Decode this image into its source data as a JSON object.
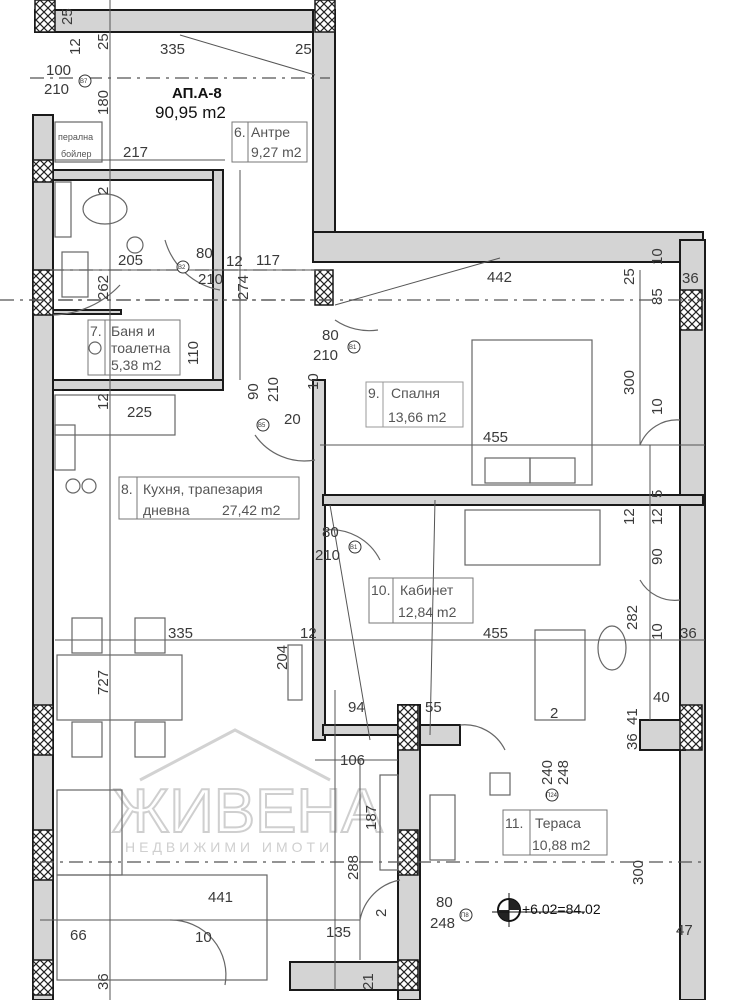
{
  "apartment": {
    "name": "АП.А-8",
    "area": "90,95 m2"
  },
  "rooms": [
    {
      "num": "6.",
      "name": "Антре",
      "area": "9,27 m2"
    },
    {
      "num": "7.",
      "name": "Баня и",
      "name2": "тоалетна",
      "area": "5,38 m2"
    },
    {
      "num": "8.",
      "name": "Кухня, трапезария",
      "name2": "дневна",
      "area": "27,42 m2"
    },
    {
      "num": "9.",
      "name": "Спалня",
      "area": "13,66 m2"
    },
    {
      "num": "10.",
      "name": "Кабинет",
      "area": "12,84 m2"
    },
    {
      "num": "11.",
      "name": "Тераса",
      "area": "10,88 m2"
    }
  ],
  "appliance": {
    "line1": "перална",
    "line2": "бойлер"
  },
  "doors": [
    {
      "tag": "В7",
      "w": "100",
      "h": "210"
    },
    {
      "tag": "В2",
      "w": "80",
      "h": "210"
    },
    {
      "tag": "В1",
      "w": "80",
      "h": "210"
    },
    {
      "tag": "В5",
      "w": "90",
      "h": "210"
    },
    {
      "tag": "В1",
      "w": "80",
      "h": "210"
    },
    {
      "tag": "П24",
      "w": "240",
      "h": "248"
    },
    {
      "tag": "П8",
      "w": "80",
      "h": "248"
    }
  ],
  "dims": [
    "25",
    "12",
    "25",
    "335",
    "25",
    "180",
    "217",
    "2",
    "205",
    "12",
    "117",
    "262",
    "274",
    "110",
    "442",
    "25",
    "10",
    "36",
    "85",
    "300",
    "10",
    "455",
    "5",
    "12",
    "12",
    "90",
    "12",
    "225",
    "20",
    "10",
    "727",
    "335",
    "204",
    "12",
    "455",
    "282",
    "10",
    "36",
    "94",
    "55",
    "2",
    "40",
    "41",
    "36",
    "106",
    "187",
    "288",
    "441",
    "66",
    "10",
    "135",
    "2",
    "21",
    "300",
    "47",
    "36"
  ],
  "level_mark": "+6.02=84.02",
  "watermark": {
    "brand": "ЖИВЕНА",
    "sub": "НЕДВИЖИМИ ИМОТИ"
  }
}
